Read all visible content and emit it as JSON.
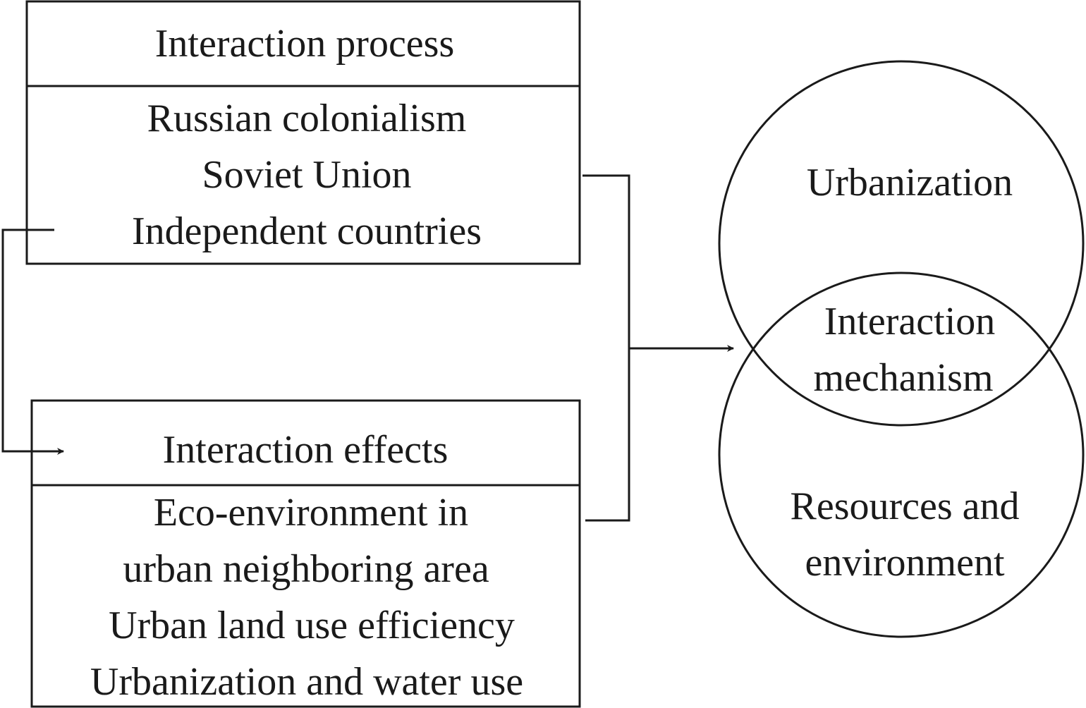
{
  "process_box": {
    "header": "Interaction process",
    "items": [
      "Russian colonialism",
      "Soviet Union",
      "Independent countries"
    ]
  },
  "effects_box": {
    "header": "Interaction effects",
    "items": [
      "Eco-environment in",
      "urban neighboring area",
      "Urban land use efficiency",
      "Urbanization and water use"
    ]
  },
  "venn": {
    "top_label": "Urbanization",
    "overlap_label": [
      "Interaction",
      "mechanism"
    ],
    "bottom_label": [
      "Resources and",
      "environment"
    ]
  },
  "colors": {
    "stroke": "#1a1a1a",
    "background": "#ffffff"
  }
}
